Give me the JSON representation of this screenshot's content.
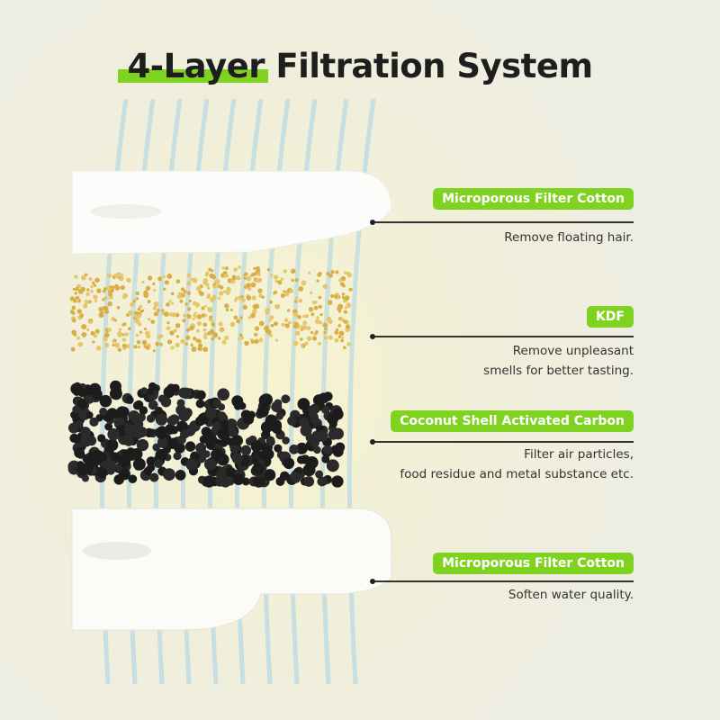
{
  "title": {
    "highlight": "4-Layer",
    "rest": " Filtration System"
  },
  "layers": [
    {
      "name": "Microporous Filter Cotton",
      "desc": [
        "Remove floating hair."
      ]
    },
    {
      "name": "KDF",
      "desc": [
        "Remove unpleasant",
        "smells for better tasting."
      ]
    },
    {
      "name": "Coconut Shell Activated Carbon",
      "desc": [
        "Filter air particles,",
        "food residue and metal substance etc."
      ]
    },
    {
      "name": "Microporous Filter Cotton",
      "desc": [
        "Soften water quality."
      ]
    }
  ],
  "colors": {
    "accent": "#7fd320",
    "water": "#7cc4f0",
    "kdf": "#e6c66a",
    "carbon": "#1c1c1c"
  }
}
